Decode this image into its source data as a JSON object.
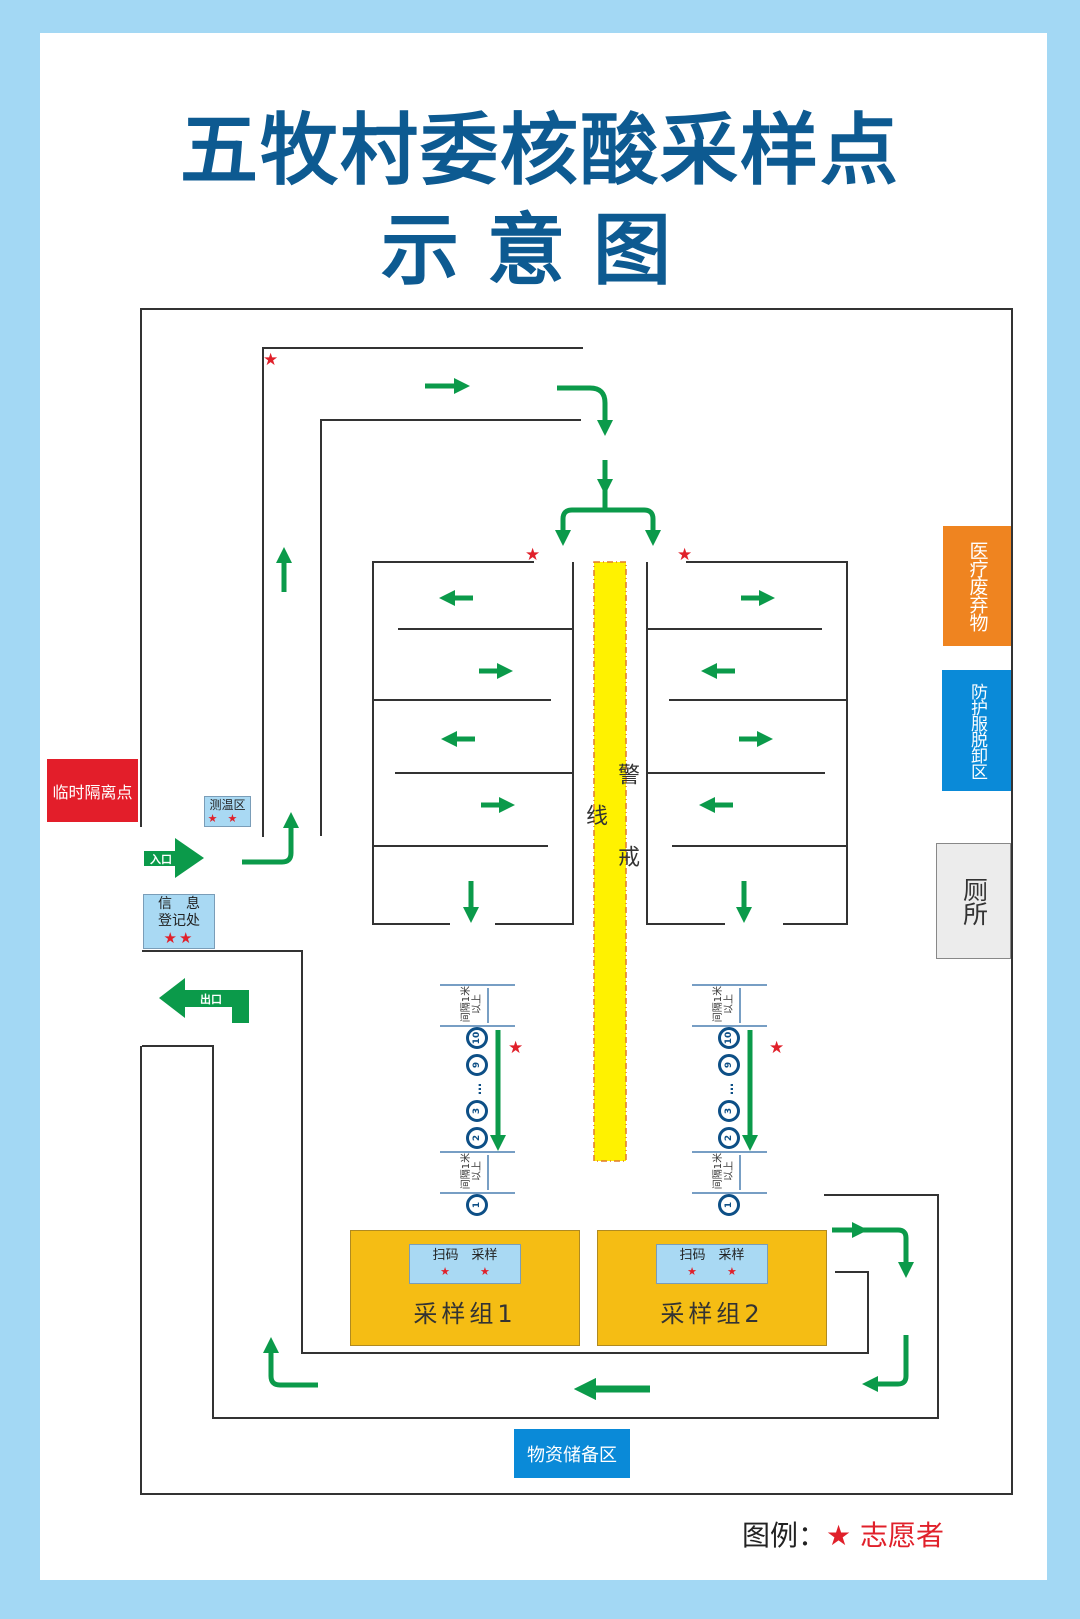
{
  "title": {
    "line1": "五牧村委核酸采样点",
    "line2": "示意图"
  },
  "areas": {
    "isolation": "临时隔离点",
    "temperature": "测温区",
    "registration_line1": "信　息",
    "registration_line2": "登记处",
    "entrance": "入口",
    "exit": "出口",
    "medical_waste": "医疗废弃物",
    "ppe_removal": "防护服脱卸区",
    "toilet": "厕所",
    "supply": "物资储备区",
    "warning_line": "警戒线"
  },
  "sampling_groups": [
    {
      "name": "采样组1",
      "stations": "扫码　采样"
    },
    {
      "name": "采样组2",
      "stations": "扫码　采样"
    }
  ],
  "queue": {
    "gap_label_line1": "间隔1米",
    "gap_label_line2": "以上",
    "positions": [
      "10",
      "9",
      "…",
      "3",
      "2",
      "1"
    ]
  },
  "legend": {
    "prefix": "图例：",
    "star": "★",
    "label": "志愿者"
  },
  "star_symbol": "★",
  "colors": {
    "title": "#0d5a91",
    "arrow": "#0b9a4a",
    "isolation": "#e31e2a",
    "waste": "#ef8420",
    "ppe": "#0a8ad8",
    "toilet": "#ececec",
    "sampling": "#f5bd14",
    "warning": "#fff200",
    "volunteer": "#e0202a"
  }
}
